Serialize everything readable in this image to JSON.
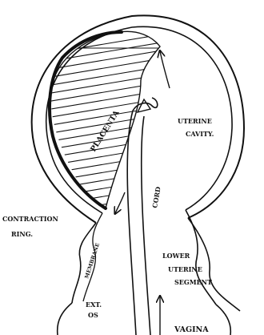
{
  "labels": {
    "placenta": "PLACENTA",
    "uterine_cavity_line1": "UTERINE",
    "uterine_cavity_line2": "CAVITY.",
    "cord": "CORD",
    "contraction_ring_line1": "CONTRACTION",
    "contraction_ring_line2": "RING.",
    "membrane": "MEMBRANE",
    "lower_segment_line1": "LOWER",
    "lower_segment_line2": "UTERINE",
    "lower_segment_line3": "SEGMENT",
    "ext_os_line1": "EXT.",
    "ext_os_line2": "OS",
    "vagina": "VAGINA"
  },
  "colors": {
    "ink": "#111111",
    "paper": "#ffffff"
  }
}
